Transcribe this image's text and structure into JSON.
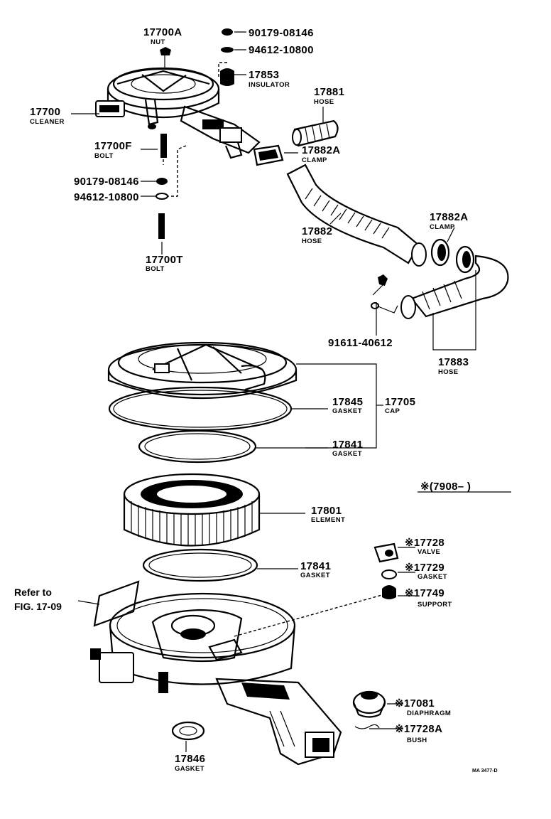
{
  "diagram": {
    "callouts": [
      {
        "part": "17700A",
        "name": "NUT"
      },
      {
        "part": "90179-08146",
        "name": ""
      },
      {
        "part": "94612-10800",
        "name": ""
      },
      {
        "part": "17853",
        "name": "INSULATOR"
      },
      {
        "part": "17700",
        "name": "CLEANER"
      },
      {
        "part": "17881",
        "name": "HOSE"
      },
      {
        "part": "17700F",
        "name": "BOLT"
      },
      {
        "part": "17882A",
        "name": "CLAMP"
      },
      {
        "part": "90179-08146",
        "name": ""
      },
      {
        "part": "94612-10800",
        "name": ""
      },
      {
        "part": "17882",
        "name": "HOSE"
      },
      {
        "part": "17882A",
        "name": "CLAMP"
      },
      {
        "part": "17700T",
        "name": "BOLT"
      },
      {
        "part": "91611-40612",
        "name": ""
      },
      {
        "part": "17883",
        "name": "HOSE"
      },
      {
        "part": "17845",
        "name": "GASKET"
      },
      {
        "part": "17705",
        "name": "CAP"
      },
      {
        "part": "17841",
        "name": "GASKET"
      },
      {
        "part": "17801",
        "name": "ELEMENT"
      },
      {
        "part": "17841",
        "name": "GASKET"
      },
      {
        "part": "※17728",
        "name": "VALVE"
      },
      {
        "part": "※17729",
        "name": "GASKET"
      },
      {
        "part": "※17749",
        "name": "SUPPORT"
      },
      {
        "part": "※17081",
        "name": "DIAPHRAGM"
      },
      {
        "part": "※17728A",
        "name": "BUSH"
      },
      {
        "part": "17846",
        "name": "GASKET"
      }
    ],
    "reference_line1": "Refer to",
    "reference_line2": "FIG. 17-09",
    "serial_note": "※(7908–       )",
    "drawing_code": "MA 3477-D"
  }
}
